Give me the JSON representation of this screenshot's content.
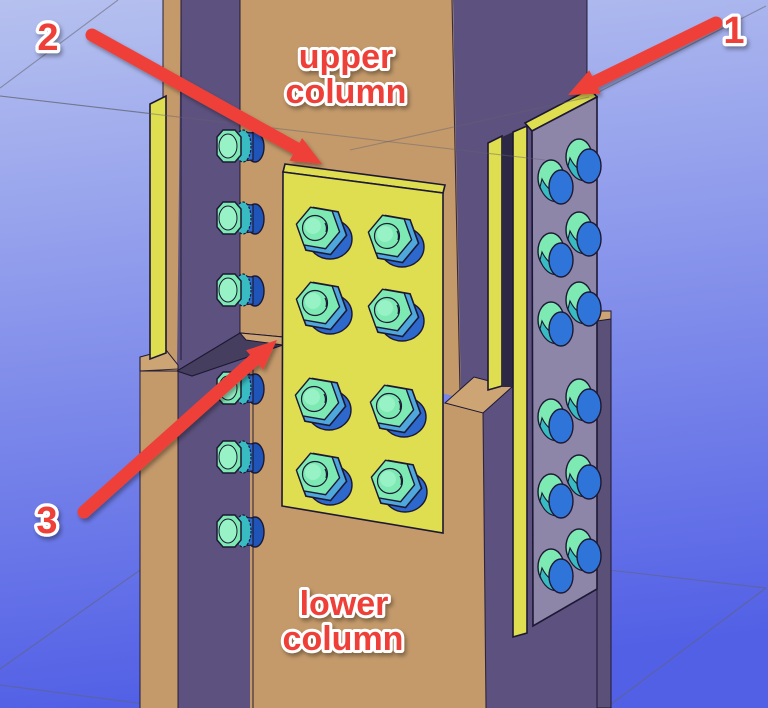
{
  "viewport": {
    "type": "3d-model-view",
    "markers": [
      "1",
      "2",
      "3"
    ],
    "part_labels": {
      "upper": [
        "upper",
        "column"
      ],
      "lower": [
        "lower",
        "column"
      ]
    }
  },
  "colors": {
    "background_top": "#b6c1ef",
    "background_bottom": "#5260e6",
    "column_tan": "#c49a6b",
    "column_tan_lit": "#cda473",
    "column_purple": "#5d527f",
    "column_purple_dark": "#453e5e",
    "column_purple_edge": "#5a5078",
    "plate_yellow": "#dfdd50",
    "plate_yellow_dark": "#b9b83f",
    "plate_grey": "#8e86a9",
    "plate_gap_dark": "#2e2847",
    "bolt_mint": "#7de9b3",
    "bolt_mint_light": "#97f2c5",
    "bolt_teal": "#38bcc2",
    "bolt_blue": "#2f74d8",
    "bolt_blue_side": "#4fa8dc",
    "bolt_washer_blue": "#2d68cc",
    "bolt_washer_dark": "#1f54b8",
    "edge_dark": "#1d1833",
    "wire_grey": "#62626e",
    "annotation_red": "#ee4038",
    "label_outline": "#ffffff"
  }
}
